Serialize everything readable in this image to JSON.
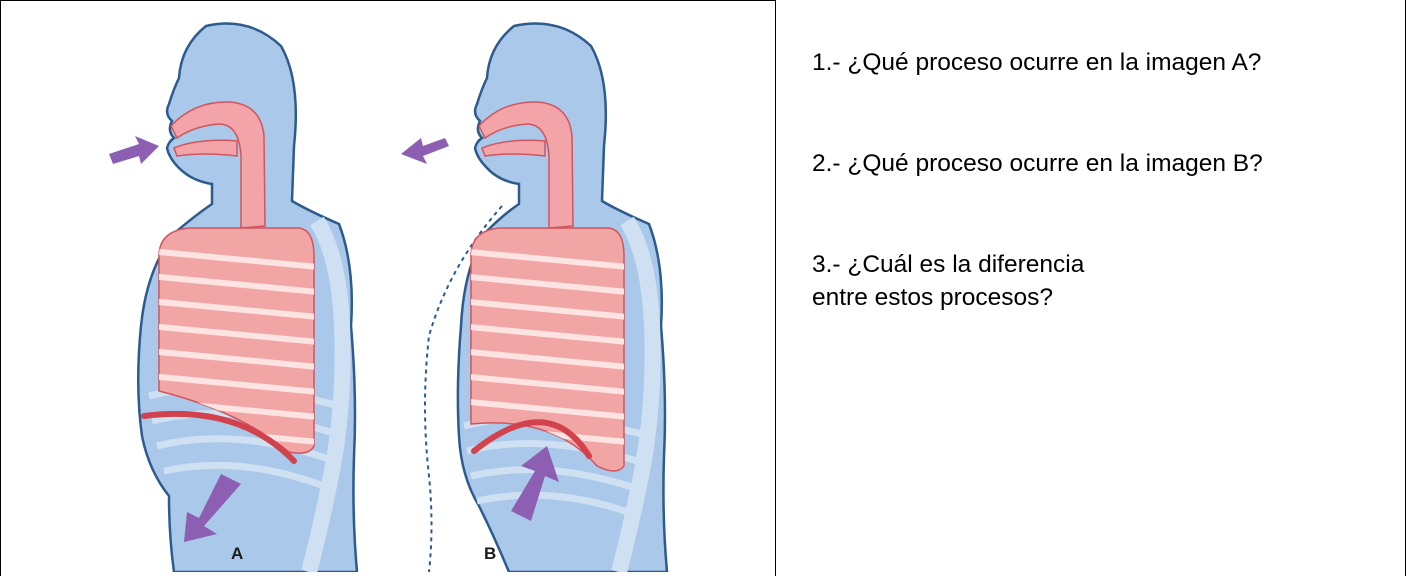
{
  "figure": {
    "label_a": "A",
    "label_b": "B",
    "colors": {
      "body": "#a9c8ea",
      "outline": "#2d5b8c",
      "airway": "#f3a4a8",
      "airway_outline": "#d0555e",
      "lung_light": "#f2a5a5",
      "lung_stripe": "#fde4e2",
      "diaphragm": "#d2424c",
      "rib": "#cfe0f2",
      "arrow": "#8d5fb2"
    }
  },
  "questions": [
    {
      "text": "1.- ¿Qué proceso ocurre en la imagen A?"
    },
    {
      "text": "2.- ¿Qué proceso ocurre en la imagen B?"
    },
    {
      "text": "3.- ¿Cuál es la diferencia entre estos procesos?"
    }
  ]
}
